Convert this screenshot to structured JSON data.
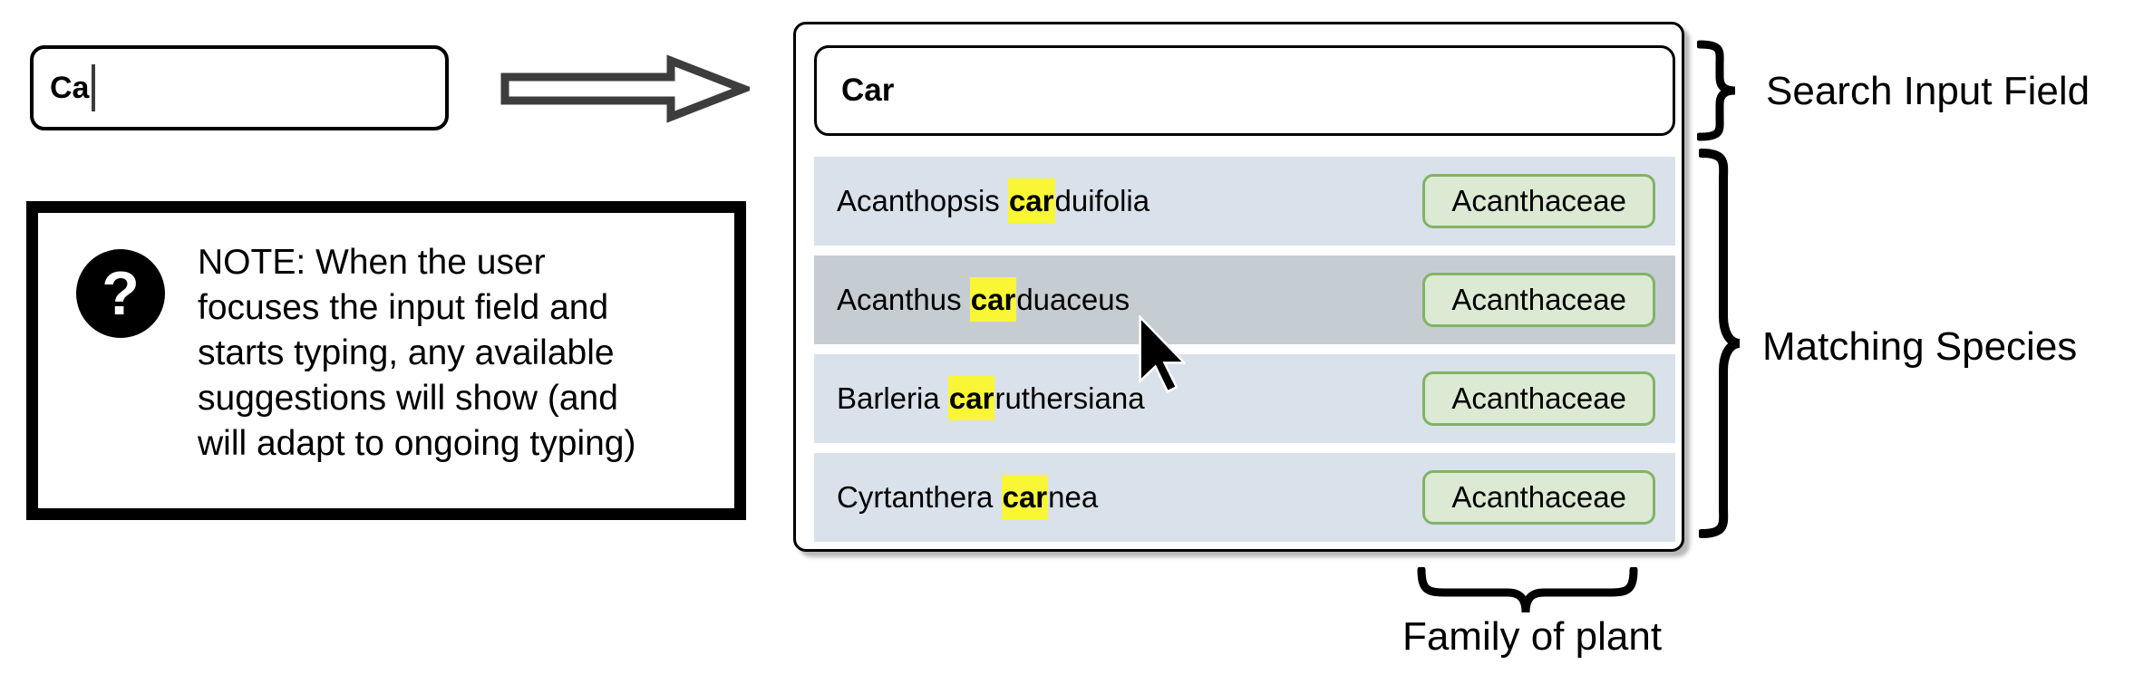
{
  "typing_stage": {
    "input_value": "Ca"
  },
  "note": {
    "icon_glyph": "?",
    "lines": [
      "NOTE: When the user",
      "focuses the input field and",
      "starts typing, any available",
      "suggestions will show (and",
      "will adapt to ongoing typing)"
    ]
  },
  "search_panel": {
    "input_value": "Car",
    "suggestions": [
      {
        "name_prefix": "Acanthopsis ",
        "name_match": "car",
        "name_suffix": "duifolia",
        "family": "Acanthaceae",
        "state": "default"
      },
      {
        "name_prefix": "Acanthus ",
        "name_match": "car",
        "name_suffix": "duaceus",
        "family": "Acanthaceae",
        "state": "hovered"
      },
      {
        "name_prefix": "Barleria ",
        "name_match": "car",
        "name_suffix": "ruthersiana",
        "family": "Acanthaceae",
        "state": "default"
      },
      {
        "name_prefix": "Cyrtanthera ",
        "name_match": "car",
        "name_suffix": "nea",
        "family": "Acanthaceae",
        "state": "default"
      }
    ]
  },
  "annotations": {
    "search_input_label": "Search Input Field",
    "matching_species_label": "Matching Species",
    "family_label": "Family of plant"
  },
  "colors": {
    "row_bg": "#d9e1ea",
    "row_hover_bg": "#c6cdd2",
    "highlight": "#f9f636",
    "badge_bg": "#dcead4",
    "badge_border": "#82b366",
    "arrow_stroke": "#3d3d3d"
  }
}
